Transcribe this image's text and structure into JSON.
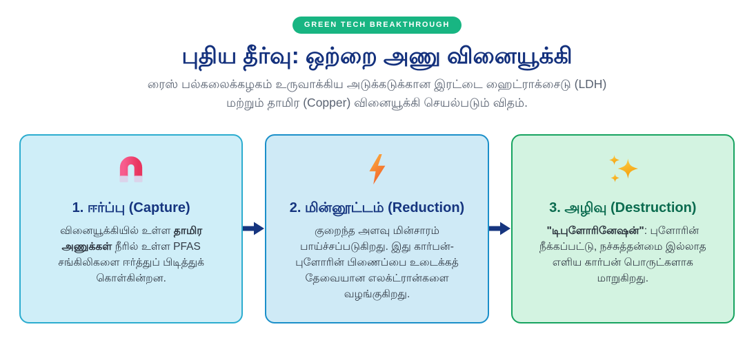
{
  "badge": {
    "label": "GREEN TECH BREAKTHROUGH"
  },
  "header": {
    "title": "புதிய தீர்வு: ஒற்றை அணு வினையூக்கி",
    "subtitle": "ரைஸ் பல்கலைக்கழகம் உருவாக்கிய அடுக்கடுக்கான இரட்டை ஹைட்ராக்சைடு (LDH) மற்றும் தாமிர (Copper) வினையூக்கி செயல்படும் விதம்."
  },
  "cards": [
    {
      "icon": "magnet-icon",
      "title": "1. ஈர்ப்பு (Capture)",
      "body": {
        "prefix": "வினையூக்கியில் உள்ள ",
        "bold": "தாமிர அணுக்கள்",
        "suffix": " நீரில் உள்ள PFAS சங்கிலிகளை ஈர்த்துப் பிடித்துக் கொள்கின்றன."
      }
    },
    {
      "icon": "lightning-icon",
      "title": "2. மின்னூட்டம் (Reduction)",
      "body": {
        "prefix": "குறைந்த அளவு மின்சாரம் பாய்ச்சப்படுகிறது. இது கார்பன்-புளோரின் பிணைப்பை உடைக்கத் தேவையான எலக்ட்ரான்களை வழங்குகிறது.",
        "bold": "",
        "suffix": ""
      }
    },
    {
      "icon": "sparkles-icon",
      "title": "3. அழிவு (Destruction)",
      "body": {
        "prefix": "",
        "bold": "\"டிபுளோரினேஷன்\"",
        "suffix": ": புளோரின் நீக்கப்பட்டு, நச்சுத்தன்மை இல்லாத எளிய கார்பன் பொருட்களாக மாறுகிறது."
      }
    }
  ],
  "flow": {
    "arrow_icon": "arrow-right-icon"
  },
  "colors": {
    "badge_bg": "#18b582",
    "title_text": "#14317d",
    "subtitle_text": "#5a6372",
    "card1_bg": "#cfeef8",
    "card1_border": "#2baccf",
    "card1_title": "#16357f",
    "card2_bg": "#cfeaf6",
    "card2_border": "#1a8fc9",
    "card2_title": "#16357f",
    "card3_bg": "#d3f3e1",
    "card3_border": "#16a35f",
    "card3_title": "#0b6b4f",
    "body_text": "#333b46",
    "arrow": "#16357f",
    "magnet_pink": "#ee3b6b",
    "magnet_tip": "#dcd3ea",
    "bolt_orange_top": "#fbae3c",
    "bolt_orange_bottom": "#f25c2a",
    "sparkle_gold_top": "#fcd34d",
    "sparkle_gold_bottom": "#f59e0b"
  }
}
